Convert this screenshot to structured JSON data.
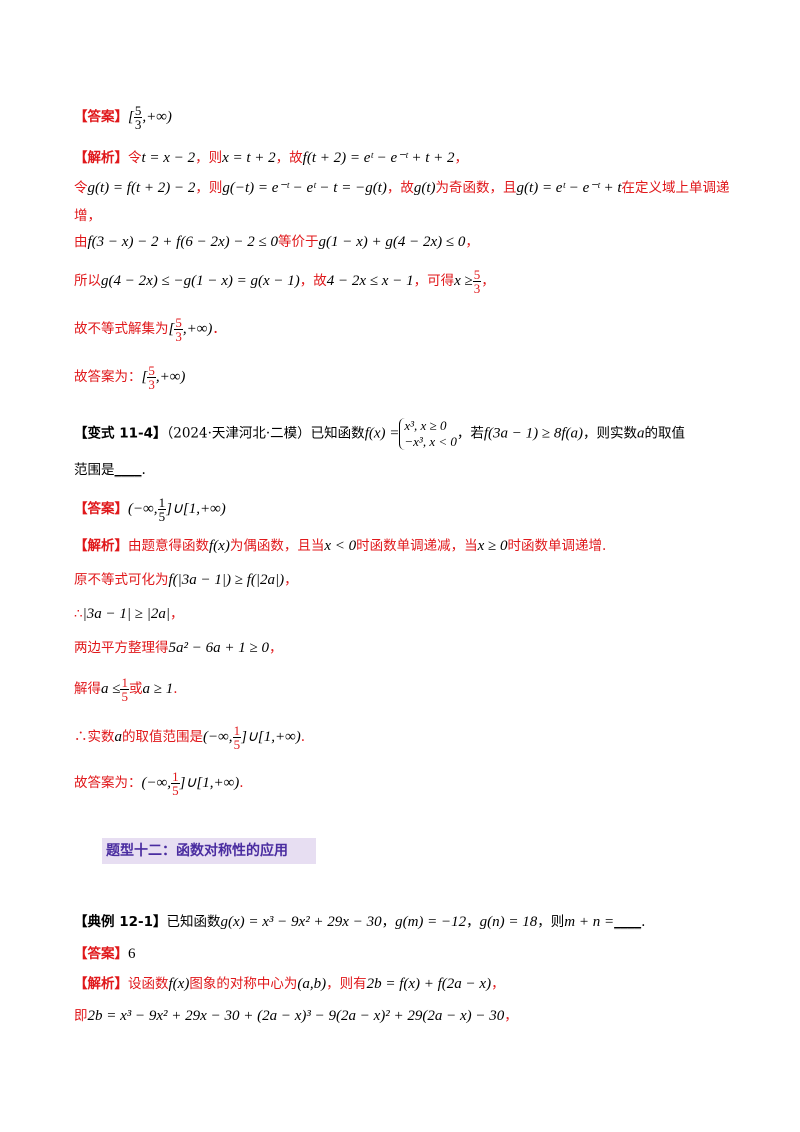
{
  "labels": {
    "answer": "【答案】",
    "analysis": "【解析】",
    "variant": "【变式 11-4】",
    "example": "【典例 12-1】"
  },
  "block1": {
    "answer_math": "[5/3,+∞)",
    "l1_text1": "令",
    "l1_m1": "t = x − 2",
    "l1_text2": "，则",
    "l1_m2": "x = t + 2",
    "l1_text3": "，故",
    "l1_m3": "f(t + 2) = eᵗ − e⁻ᵗ + t + 2",
    "l1_text4": "，",
    "l2_text1": "令",
    "l2_m1": "g(t) = f(t + 2) − 2",
    "l2_text2": "，则",
    "l2_m2": "g(−t) = e⁻ᵗ − eᵗ − t = −g(t)",
    "l2_text3": "，故",
    "l2_m3": "g(t)",
    "l2_text4": "为奇函数，且",
    "l2_m4": "g(t) = eᵗ − e⁻ᵗ + t",
    "l2_text5": "在定义域上单调递",
    "l3_text": "增，",
    "l4_text1": "由",
    "l4_m1": "f(3 − x) − 2 + f(6 − 2x) − 2 ≤ 0",
    "l4_text2": "等价于",
    "l4_m2": "g(1 − x) + g(4 − 2x) ≤ 0",
    "l4_text3": "，",
    "l5_text1": "所以",
    "l5_m1": "g(4 − 2x) ≤ −g(1 − x) = g(x − 1)",
    "l5_text2": "，故",
    "l5_m2": "4 − 2x ≤ x − 1",
    "l5_text3": "，可得",
    "l5_m3": "x ≥",
    "l5_text4": "，",
    "l6_text1": "故不等式解集为",
    "l6_text2": "．",
    "l7_text": "故答案为：",
    "frac_num": "5",
    "frac_den": "3",
    "interval_tail": ",+∞)",
    "interval_head": "["
  },
  "block2": {
    "source": "（2024·天津河北·二模）已知函数",
    "fx": "f(x) =",
    "case1": "x³,  x ≥ 0",
    "case2": "−x³, x < 0",
    "text2": "，若",
    "cond": "f(3a − 1) ≥ 8f(a)",
    "text3": "，则实数",
    "var_a": "a",
    "text4": "的取值",
    "l2_text": "范围是",
    "blank": "____",
    "l2_end": ".",
    "answer_head": "(−∞,",
    "answer_tail": "]∪[1,+∞)",
    "frac_num": "1",
    "frac_den": "5",
    "a1_text1": "由题意得函数",
    "a1_m1": "f(x)",
    "a1_text2": "为偶函数，且当",
    "a1_m2": "x < 0",
    "a1_text3": "时函数单调递减，当",
    "a1_m3": "x ≥ 0",
    "a1_text4": "时函数单调递增.",
    "a2_text1": "原不等式可化为",
    "a2_m1": "f(|3a − 1|) ≥ f(|2a|)",
    "a2_text2": "，",
    "a3_sym": "∴",
    "a3_m1": "|3a − 1| ≥ |2a|",
    "a3_text": "，",
    "a4_text1": "两边平方整理得",
    "a4_m1": "5a² − 6a + 1 ≥ 0",
    "a4_text2": "，",
    "a5_text1": "解得",
    "a5_m1": "a ≤",
    "a5_text2": "或",
    "a5_m2": "a ≥ 1",
    "a5_text3": ".",
    "a6_sym": "∴",
    "a6_text1": "实数",
    "a6_var": "a",
    "a6_text2": "的取值范围是",
    "a6_end": ".",
    "a7_text": "故答案为：",
    "a7_end": "."
  },
  "section": {
    "title": "题型十二：函数对称性的应用"
  },
  "block3": {
    "text1": "已知函数",
    "m1": "g(x) = x³ − 9x² + 29x − 30",
    "text2": "，",
    "m2": "g(m) = −12",
    "text3": "，",
    "m3": "g(n) = 18",
    "text4": "，则",
    "m4": "m + n =",
    "blank": "____",
    "end": ".",
    "answer": "6",
    "a1_text1": "设函数",
    "a1_m1": "f(x)",
    "a1_text2": "图象的对称中心为",
    "a1_m2": "(a,b)",
    "a1_text3": "，则有",
    "a1_m3": "2b = f(x) + f(2a − x)",
    "a1_text4": "，",
    "a2_text1": "即",
    "a2_m1": "2b = x³ − 9x² + 29x − 30 + (2a − x)³ − 9(2a − x)² + 29(2a − x) − 30",
    "a2_text2": "，"
  }
}
